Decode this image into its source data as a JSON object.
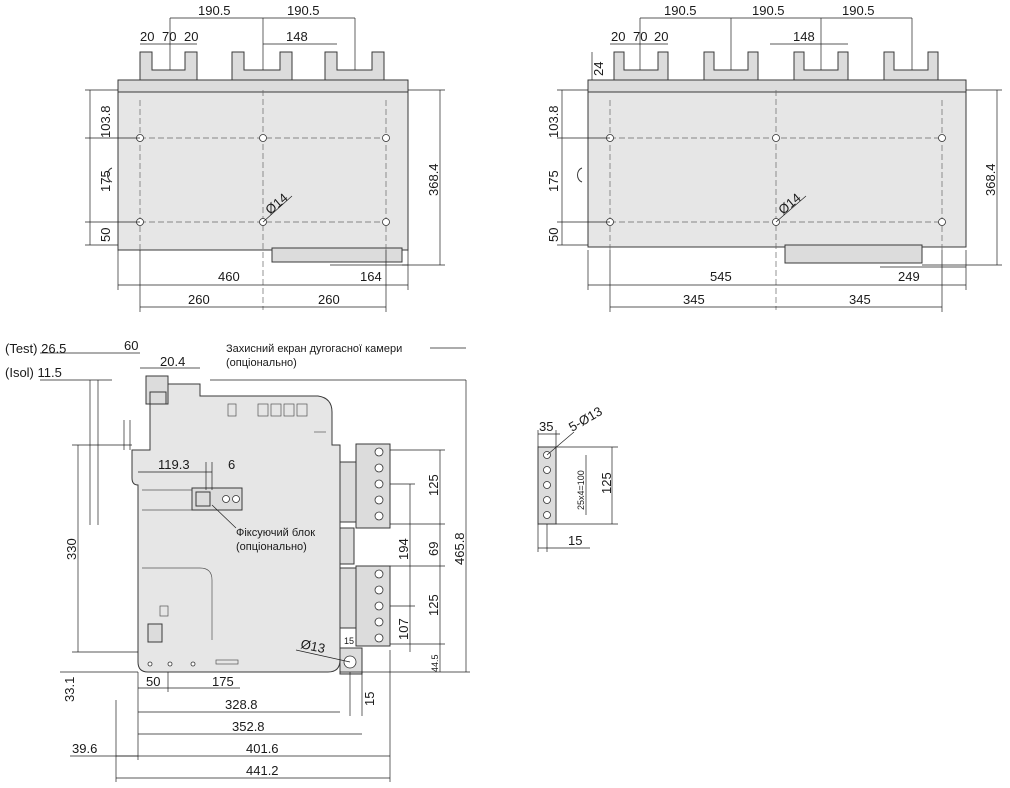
{
  "top_left_view": {
    "pitch_1": "190.5",
    "pitch_2": "190.5",
    "terminal_w1": "20",
    "terminal_w2": "70",
    "terminal_w3": "20",
    "terminal_gap": "148",
    "height_top": "103.8",
    "height_mid": "175",
    "height_bottom": "50",
    "height_total": "368.4",
    "hole_dia": "Ø14",
    "width_total": "460",
    "width_right": "164",
    "hole_pitch_left": "260",
    "hole_pitch_right": "260"
  },
  "top_right_view": {
    "pitch_1": "190.5",
    "pitch_2": "190.5",
    "pitch_3": "190.5",
    "terminal_w1": "20",
    "terminal_w2": "70",
    "terminal_w3": "20",
    "terminal_gap": "148",
    "terminal_height": "24",
    "height_top": "103.8",
    "height_mid": "175",
    "height_bottom": "50",
    "height_total": "368.4",
    "hole_dia": "Ø14",
    "width_total": "545",
    "width_right": "249",
    "hole_pitch_left": "345",
    "hole_pitch_right": "345"
  },
  "side_view": {
    "test_label": "(Test) 26.5",
    "isol_label": "(Isol) 11.5",
    "dim_60": "60",
    "dim_20_4": "20.4",
    "arc_shield_note_line1": "Захисний екран дугогасної камери",
    "arc_shield_note_line2": "(опціонально)",
    "dim_119_3": "119.3",
    "dim_6": "6",
    "lock_note_line1": "Фіксуючий блок",
    "lock_note_line2": "(опціонально)",
    "dim_330": "330",
    "dim_125_top": "125",
    "dim_194": "194",
    "dim_69": "69",
    "dim_465_8": "465.8",
    "dim_125_bottom": "125",
    "dim_107": "107",
    "hole_dia": "Ø13",
    "dim_15_small": "15",
    "dim_44_5": "44.5",
    "dim_33_1": "33.1",
    "dim_50": "50",
    "dim_175": "175",
    "dim_15_vertical": "15",
    "dim_328_8": "328.8",
    "dim_352_8": "352.8",
    "dim_39_6": "39.6",
    "dim_401_6": "401.6",
    "dim_441_2": "441.2"
  },
  "busbar_detail": {
    "dim_35": "35",
    "holes_label": "5-Ø13",
    "pitch_label": "25x4=100",
    "dim_125": "125",
    "dim_15": "15"
  }
}
